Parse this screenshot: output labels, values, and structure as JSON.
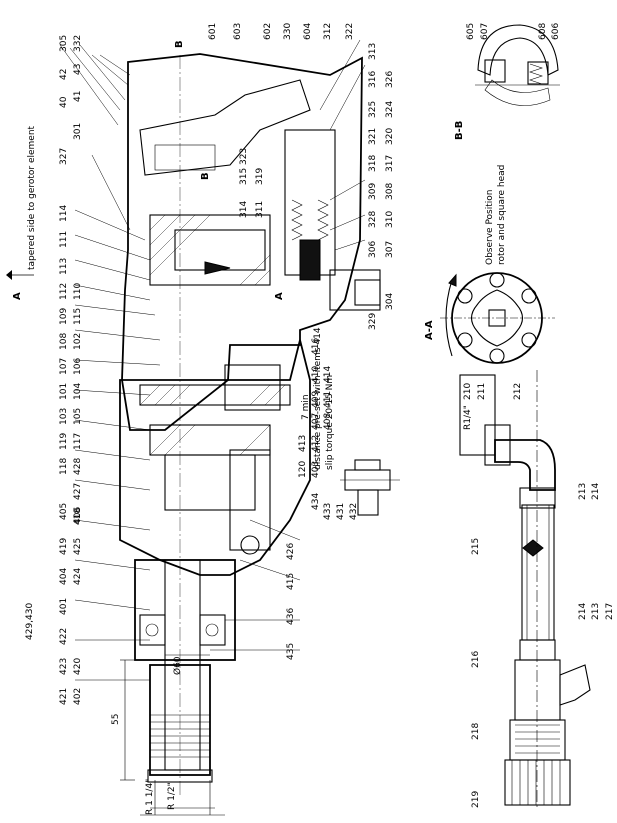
{
  "labels": {
    "n601": "601",
    "n603": "603",
    "n602": "602",
    "n330": "330",
    "n604": "604",
    "n312": "312",
    "n322": "322",
    "n313": "313",
    "n316": "316",
    "n326": "326",
    "n325": "325",
    "n324": "324",
    "n321": "321",
    "n320": "320",
    "n318": "318",
    "n317": "317",
    "n309": "309",
    "n308": "308",
    "n310": "310",
    "n328": "328",
    "n306": "306",
    "n307": "307",
    "n304": "304",
    "n329": "329",
    "n305": "305",
    "n332": "332",
    "n42": "42",
    "n43": "43",
    "n40": "40",
    "n41": "41",
    "n301": "301",
    "n327": "327",
    "n315": "315",
    "n323": "323",
    "n319": "319",
    "n314": "314",
    "n311": "311",
    "n114": "114",
    "n111": "111",
    "n113": "113",
    "n112": "112",
    "n110": "110",
    "n109": "109",
    "n115": "115",
    "n108": "108",
    "n102": "102",
    "n107": "107",
    "n106": "106",
    "n101": "101",
    "n104": "104",
    "n103": "103",
    "n105": "105",
    "n119": "119",
    "n117": "117",
    "n118": "118",
    "n428": "428",
    "n427": "427",
    "n120": "120",
    "n406": "406",
    "n405": "405",
    "n418": "418",
    "n419": "419",
    "n425": "425",
    "n404": "404",
    "n424": "424",
    "n401": "401",
    "n422": "422",
    "n423": "423",
    "n420": "420",
    "n421": "421",
    "n402": "402",
    "n416": "416",
    "n410": "410",
    "n414": "414",
    "n409": "409",
    "n411": "411",
    "n407": "407",
    "n408": "408",
    "n413": "413",
    "n412": "412",
    "n403": "403",
    "n434": "434",
    "n433": "433",
    "n431": "431",
    "n432": "432",
    "n426": "426",
    "n415": "415",
    "n436": "436",
    "n435": "435",
    "n429_430": "429,430",
    "n605": "605",
    "n607": "607",
    "n608": "608",
    "n606": "606",
    "n210": "210",
    "n211": "211",
    "n212": "212",
    "n213a": "213",
    "n214a": "214",
    "n215": "215",
    "n214b": "214",
    "n213b": "213",
    "n216": "216",
    "n217": "217",
    "n218": "218",
    "n219": "219",
    "sectionBB_main": "B-B",
    "sectionAA": "A-A",
    "markA_top": "A",
    "markA_mid": "A",
    "markB_top": "B",
    "markB_mid": "B",
    "taper_note": "tapered side to gerotor element",
    "observe_note_1": "Observe Position",
    "observe_note_2": "rotor and square head",
    "dist_note_1": "distance pre-set with items 414",
    "dist_note_2": "slip torque 20-15 Nm",
    "dim_7": "7 min",
    "dim_55": "55",
    "dim_d60": "Ø60",
    "dim_r12": "R 1/2\"",
    "dim_r114": "R 1 1/4\"",
    "dim_r14": "R1/4\""
  }
}
